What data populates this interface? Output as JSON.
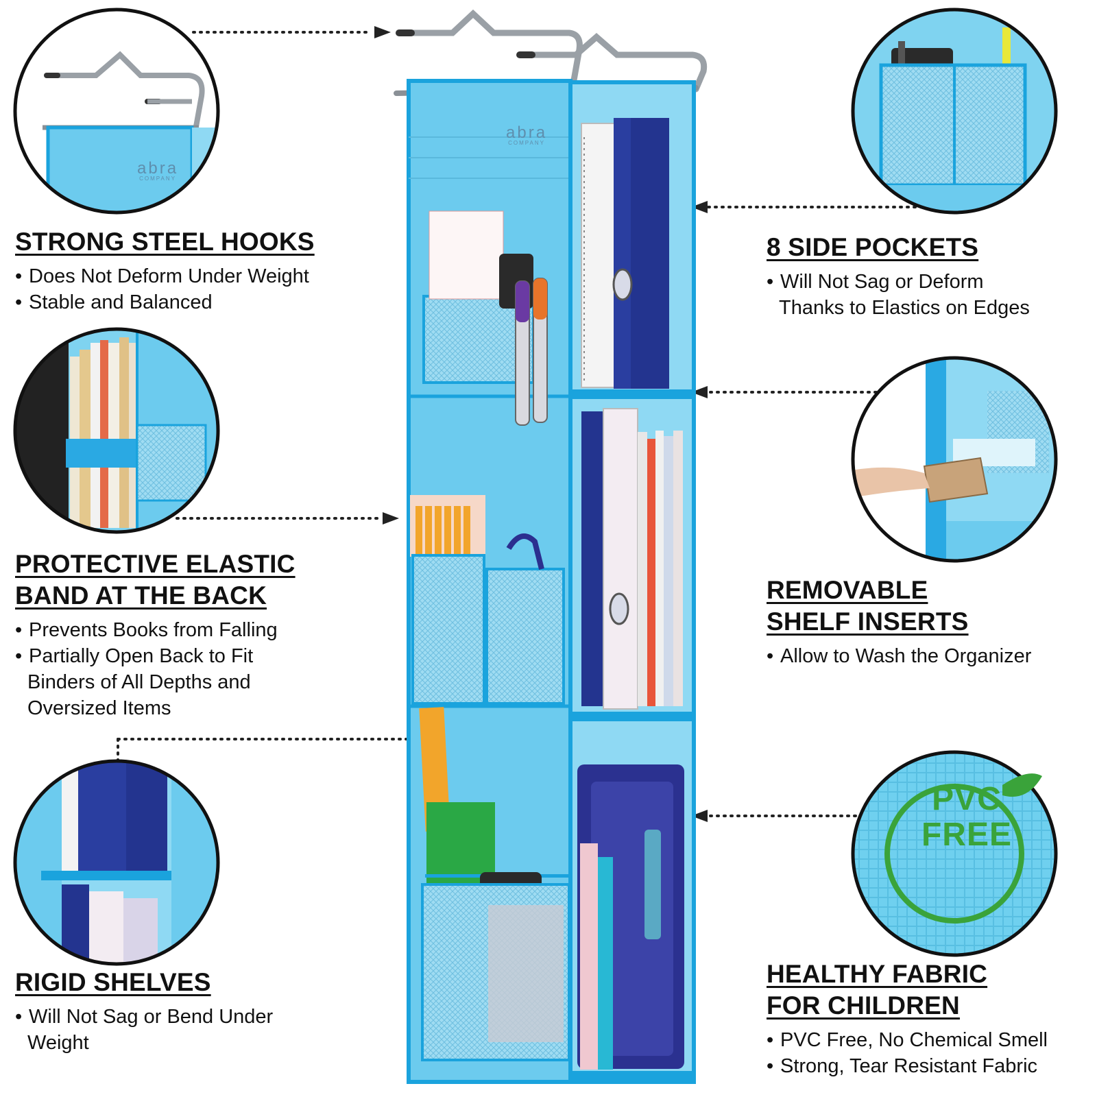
{
  "brand": {
    "logo_text": "abra",
    "logo_sub": "COMPANY"
  },
  "badge": {
    "pvc_line1": "PVC",
    "pvc_line2": "FREE"
  },
  "colors": {
    "organizer_blue": "#5cc6ea",
    "trim_blue": "#1aa3dd",
    "binder_navy": "#23348f",
    "badge_green": "#3aa33a",
    "hook_gray": "#9aa0a6"
  },
  "features": {
    "hooks": {
      "heading": "STRONG STEEL HOOKS",
      "bullets": [
        "Does Not Deform Under Weight",
        "Stable and Balanced"
      ]
    },
    "pockets": {
      "heading": "8 SIDE POCKETS",
      "bullets": [
        "Will Not Sag or Deform"
      ],
      "continuation": [
        "Thanks to Elastics on Edges"
      ]
    },
    "elastic": {
      "heading_line1": "PROTECTIVE ELASTIC",
      "heading_line2": "BAND AT THE BACK",
      "bullets": [
        "Prevents Books from Falling",
        "Partially Open Back to Fit"
      ],
      "continuation": [
        "Binders of All Depths and",
        "Oversized Items"
      ]
    },
    "inserts": {
      "heading_line1": "REMOVABLE",
      "heading_line2": "SHELF INSERTS",
      "bullets": [
        "Allow to Wash the Organizer"
      ]
    },
    "shelves": {
      "heading": "RIGID SHELVES",
      "bullets": [
        "Will Not Sag or Bend Under"
      ],
      "continuation": [
        "Weight"
      ]
    },
    "fabric": {
      "heading_line1": "HEALTHY FABRIC",
      "heading_line2": "FOR CHILDREN",
      "bullets": [
        "PVC Free, No Chemical Smell",
        "Strong, Tear Resistant Fabric"
      ]
    }
  }
}
